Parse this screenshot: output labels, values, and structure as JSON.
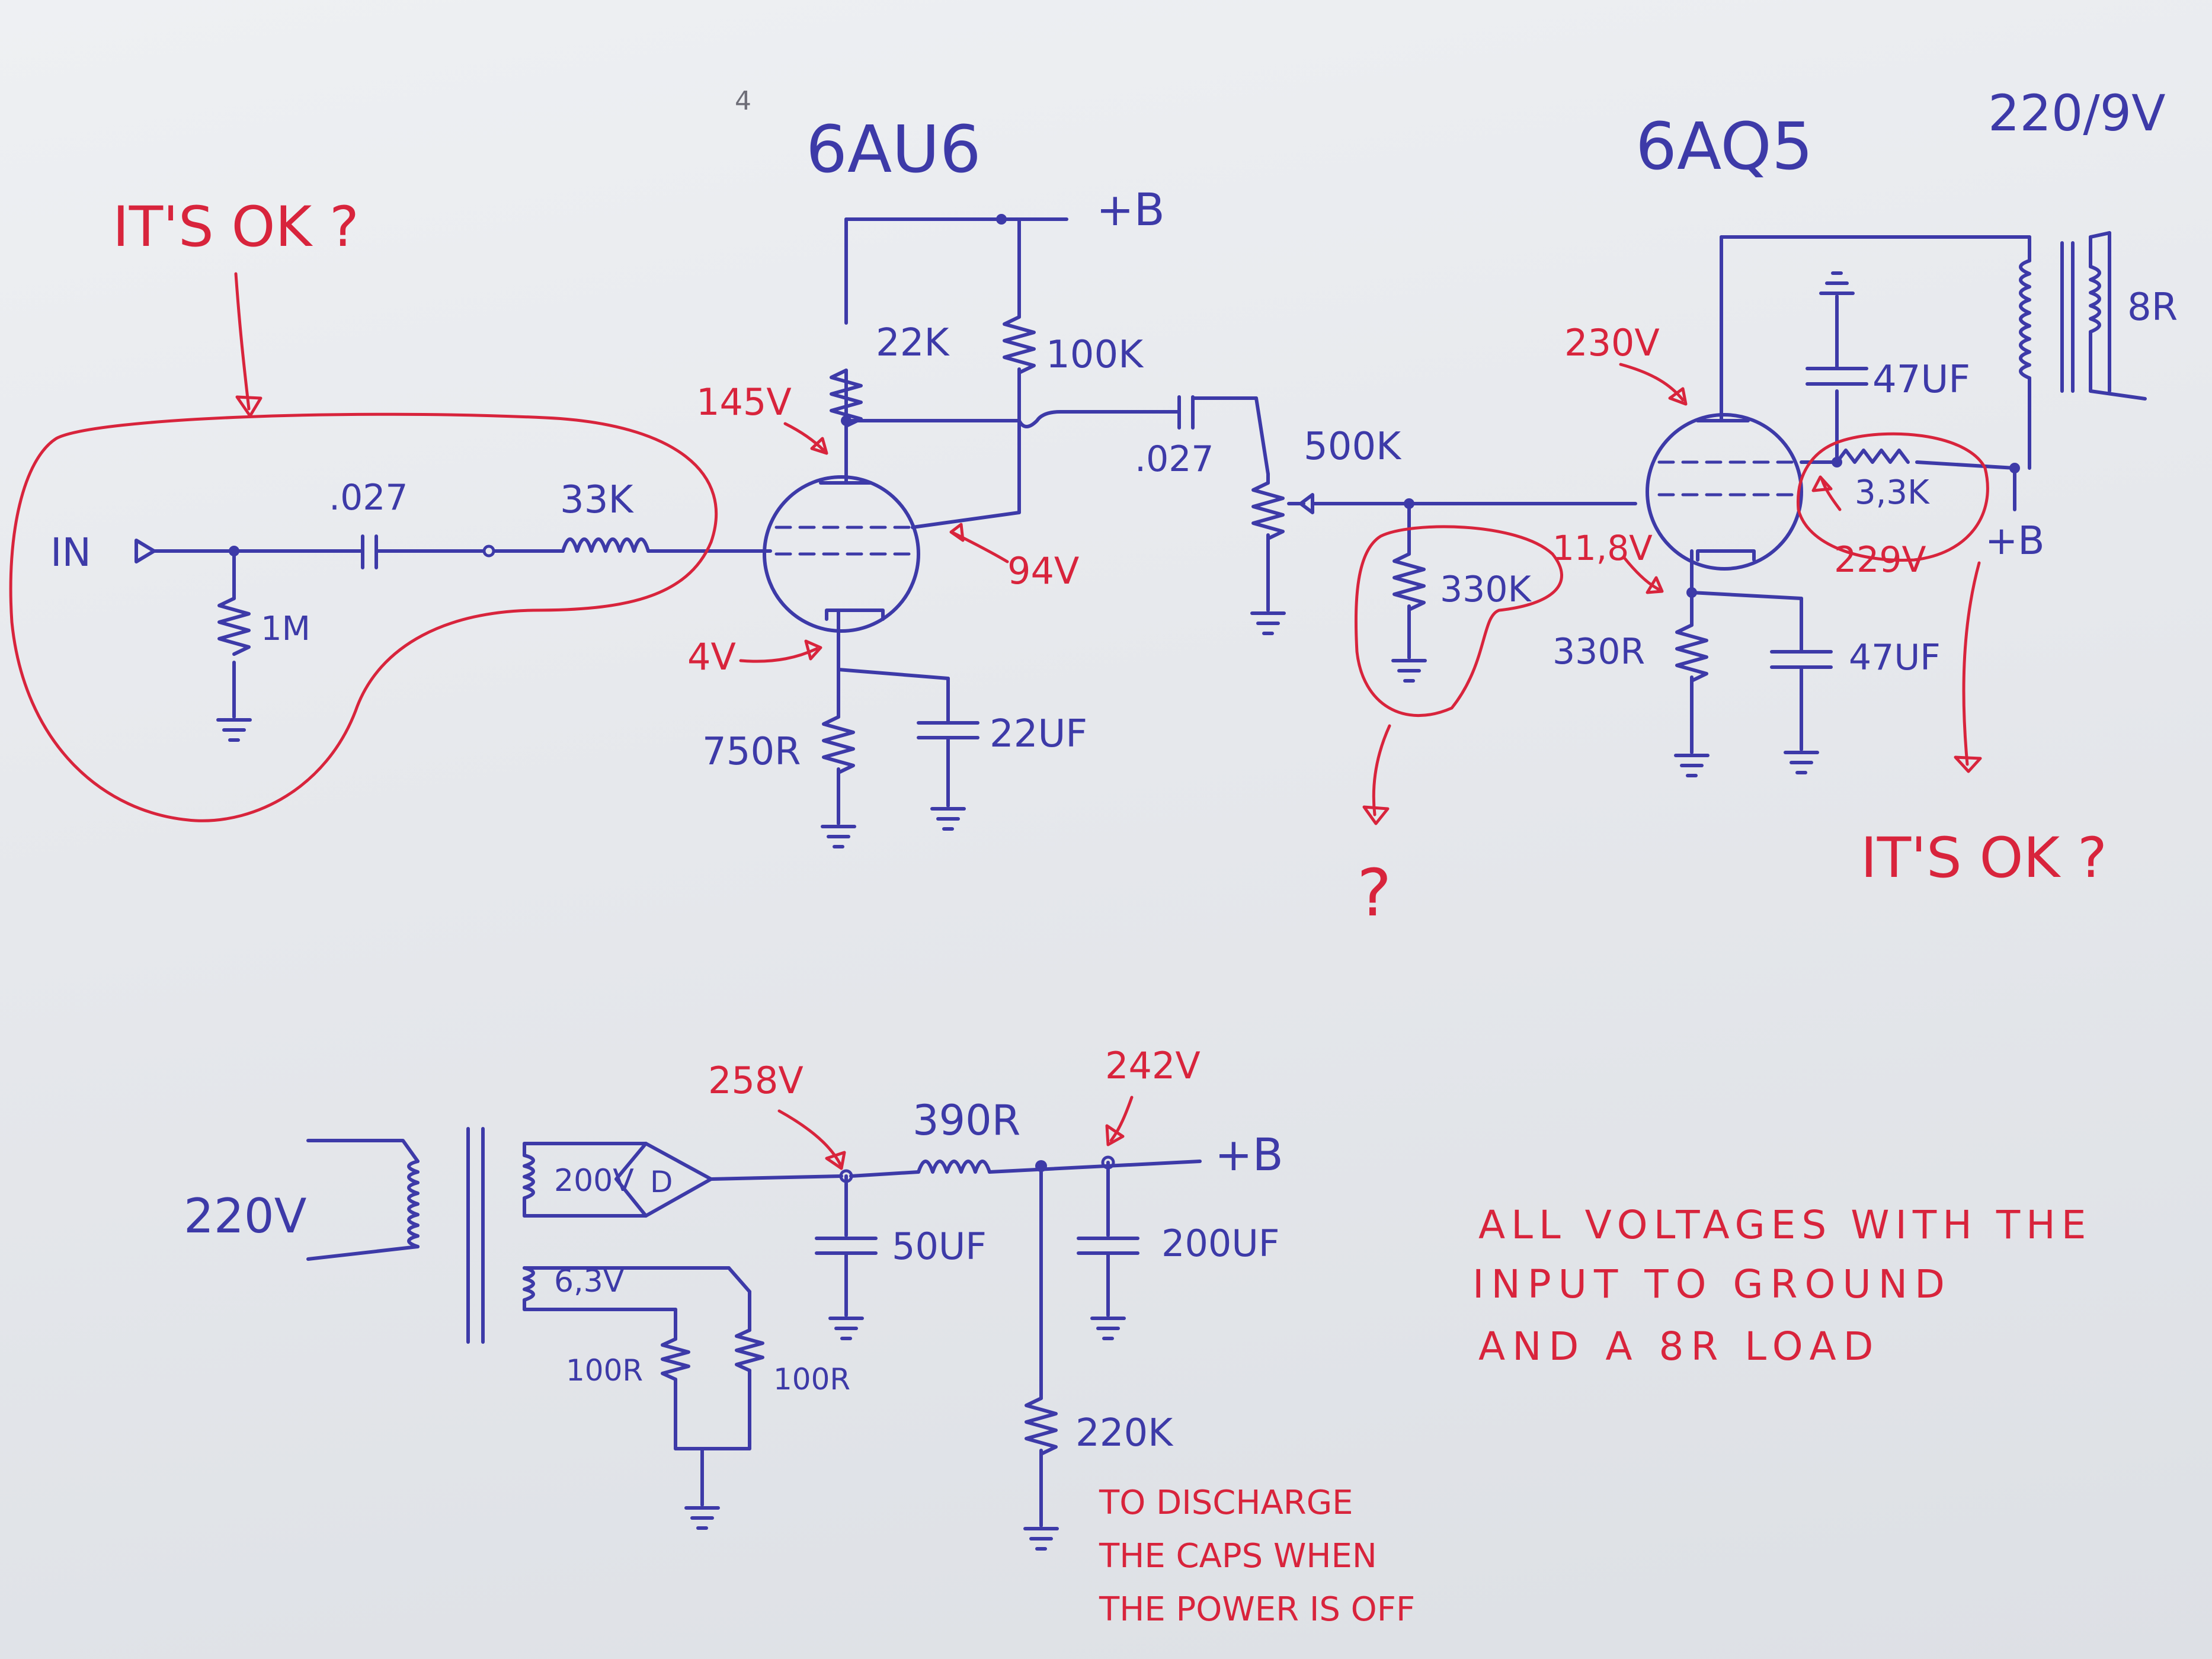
{
  "tubes": {
    "first": "6AU6",
    "second": "6AQ5"
  },
  "corner_note": "220/9V",
  "page_mark": "4",
  "annotations": {
    "its_ok_left": "IT'S OK ?",
    "its_ok_right": "IT'S OK ?",
    "question": "?"
  },
  "labels": {
    "in": "IN",
    "b_plus": "+B",
    "in_cap": ".027",
    "grid_res": "33K",
    "grid_leak": "1M",
    "plate_load": "22K",
    "screen_res": "100K",
    "coupling_cap": ".027",
    "volume_pot": "500K",
    "cathode_res1": "750R",
    "cathode_cap1": "22UF",
    "grid_res2": "330K",
    "screen_cap": "47UF",
    "screen_res2": "3,3K",
    "cathode_res2": "330R",
    "cathode_cap2": "47UF",
    "speaker": "8R"
  },
  "voltages": {
    "plate1": "145V",
    "screen1": "94V",
    "cathode1": "4V",
    "plate2": "230V",
    "screen2": "229V",
    "cathode2": "11,8V",
    "rect_out": "258V",
    "b_plus": "242V"
  },
  "power": {
    "mains": "220V",
    "hv_winding": "200V",
    "rectifier": "D",
    "heater_winding": "6,3V",
    "heater_res_a": "100R",
    "heater_res_b": "100R",
    "drop_res": "390R",
    "filter_cap1": "50UF",
    "filter_cap2": "200UF",
    "bleeder": "220K",
    "b_plus": "+B"
  },
  "notes": {
    "bleeder_note": [
      "TO DISCHARGE",
      "THE CAPS WHEN",
      "THE POWER IS OFF"
    ],
    "measure_note": [
      "ALL VOLTAGES WITH THE",
      "INPUT TO GROUND",
      "AND A 8R LOAD"
    ]
  },
  "colors": {
    "ink_blue": "#3d3aa8",
    "ink_red": "#d8243c",
    "paper": "#e8eaee"
  }
}
